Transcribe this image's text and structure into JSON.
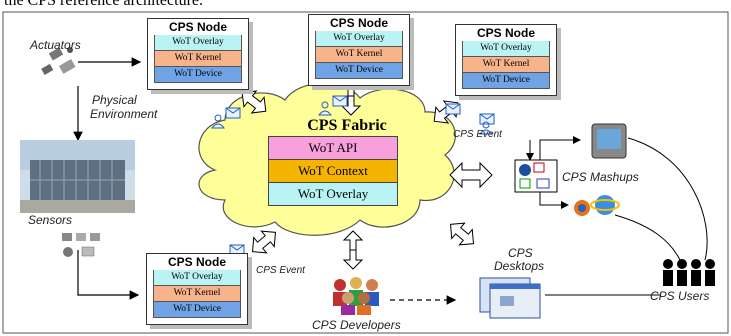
{
  "header_text": "the CPS reference architecture.",
  "nodes": {
    "top_left": {
      "title": "CPS Node",
      "layers": [
        "WoT Overlay",
        "WoT Kernel",
        "WoT Device"
      ]
    },
    "top_center": {
      "title": "CPS Node",
      "layers": [
        "WoT Overlay",
        "WoT Kernel",
        "WoT Device"
      ]
    },
    "top_right": {
      "title": "CPS Node",
      "layers": [
        "WoT Overlay",
        "WoT Kernel",
        "WoT Device"
      ]
    },
    "bottom_left": {
      "title": "CPS Node",
      "layers": [
        "WoT Overlay",
        "WoT Kernel",
        "WoT Device"
      ]
    }
  },
  "fabric": {
    "title": "CPS Fabric",
    "layers": [
      "WoT API",
      "WoT Context",
      "WoT Overlay"
    ]
  },
  "labels": {
    "actuators": "Actuators",
    "physical_environment_1": "Physical",
    "physical_environment_2": "Environment",
    "sensors": "Sensors",
    "event_right": "CPS Event",
    "event_bottom": "CPS Event",
    "mashups": "CPS Mashups",
    "desktops_1": "CPS",
    "desktops_2": "Desktops",
    "developers": "CPS Developers",
    "users": "CPS Users"
  },
  "colors": {
    "cloud": "#ffff99",
    "api": "#f8a0dc",
    "context": "#f5b400",
    "overlay": "#b9f3f3",
    "kernel": "#f7b48a",
    "device": "#6fa3e6"
  }
}
